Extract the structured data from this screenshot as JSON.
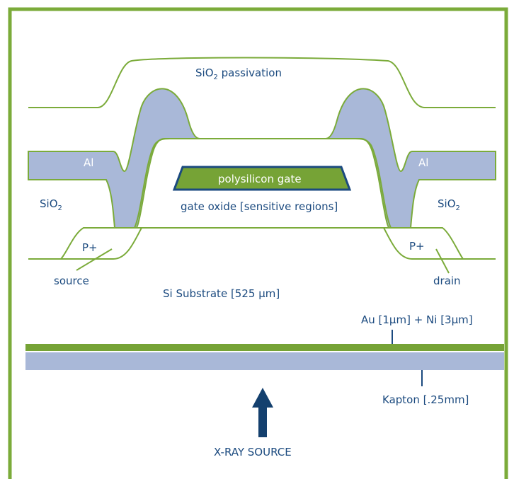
{
  "colors": {
    "border": "#7bab3a",
    "green": "#76a336",
    "blue_fill": "#a9b8d8",
    "text": "#1b4a7f",
    "arrow": "#14406e"
  },
  "labels": {
    "passivation": "SiO",
    "passivation_sub": "2",
    "passivation_suffix": " passivation",
    "al_left": "Al",
    "al_right": "Al",
    "sio2_left": "SiO",
    "sio2_left_sub": "2",
    "sio2_right": "SiO",
    "sio2_right_sub": "2",
    "poly_gate": "polysilicon gate",
    "gate_oxide": "gate oxide [sensitive regions]",
    "p_plus_left": "P+",
    "p_plus_right": "P+",
    "source": "source",
    "drain": "drain",
    "substrate": "Si Substrate [525 μm]",
    "au_ni": "Au [1μm] + Ni [3μm]",
    "kapton": "Kapton [.25mm]",
    "xray": "X-RAY SOURCE"
  }
}
